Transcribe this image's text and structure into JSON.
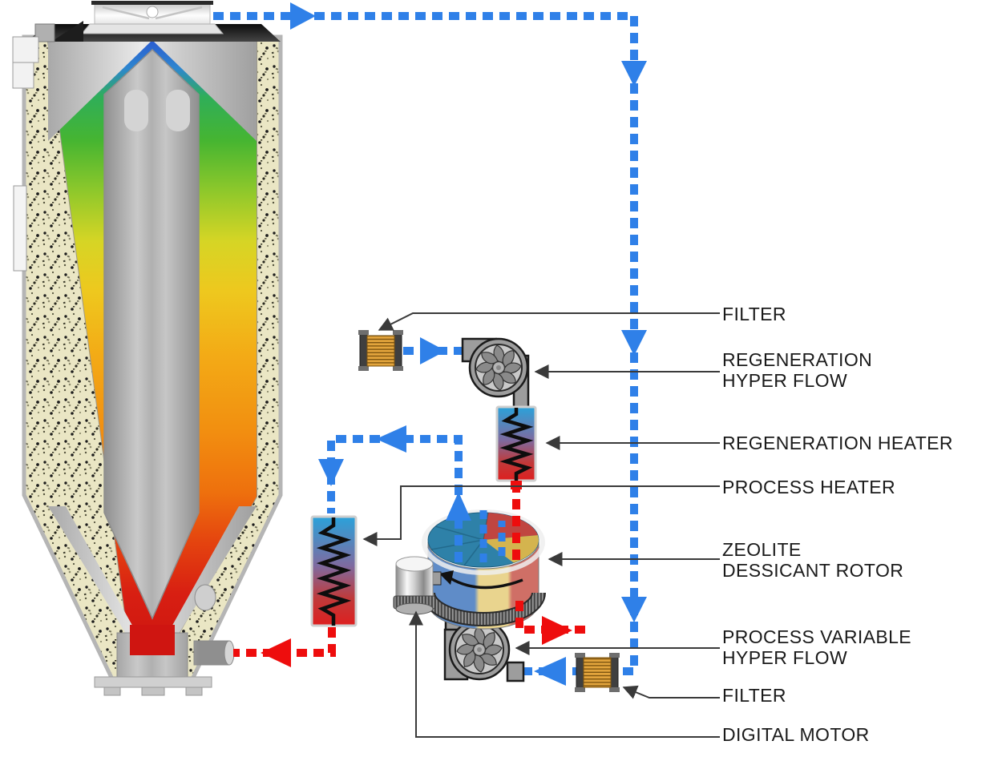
{
  "labels": [
    {
      "id": "filter-top",
      "text": "FILTER"
    },
    {
      "id": "regeneration-hyper-flow",
      "text": "REGENERATION\nHYPER FLOW"
    },
    {
      "id": "regeneration-heater",
      "text": "REGENERATION HEATER"
    },
    {
      "id": "process-heater",
      "text": "PROCESS HEATER"
    },
    {
      "id": "zeolite-dessicant-rotor",
      "text": "ZEOLITE\nDESSICANT ROTOR"
    },
    {
      "id": "process-variable-hyper-flow",
      "text": "PROCESS VARIABLE\nHYPER FLOW"
    },
    {
      "id": "filter-bottom",
      "text": "FILTER"
    },
    {
      "id": "digital-motor",
      "text": "DIGITAL MOTOR"
    }
  ],
  "colors": {
    "flow_blue": "#2f80e8",
    "flow_red": "#ee0d0d",
    "callout": "#3a3a3a",
    "label_text": "#1a1a1a",
    "heater_cold": "#2aa2da",
    "heater_hot": "#de1f1f",
    "filter_gold": "#e2a43c",
    "rotor_teal": "#2e81a8",
    "rotor_red": "#c04540",
    "rotor_yellow": "#d4b44e",
    "insulation": "#eae6c4",
    "hopper_hot_material": "#d81f12",
    "hopper_cold_material": "#2b5bd0"
  }
}
